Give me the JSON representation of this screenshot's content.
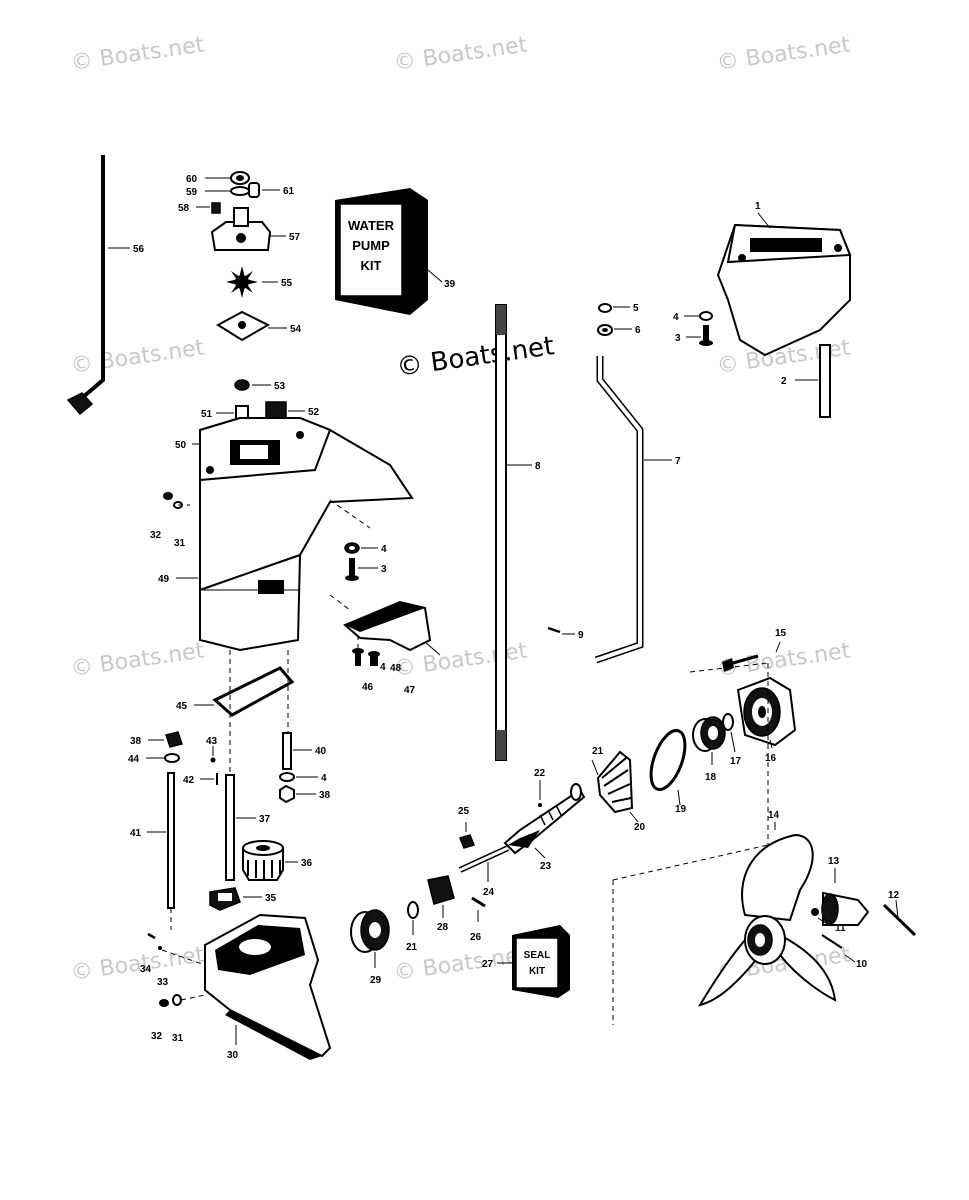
{
  "watermarks": [
    "© Boats.net",
    "© Boats.net",
    "© Boats.net",
    "© Boats.net",
    "© Boats.net",
    "© Boats.net",
    "© Boats.net",
    "© Boats.net",
    "© Boats.net",
    "© Boats.net",
    "© Boats.net"
  ],
  "center_watermark": "© Boats.net",
  "water_pump_kit": {
    "line1": "WATER",
    "line2": "PUMP",
    "line3": "KIT"
  },
  "seal_kit": {
    "line1": "SEAL",
    "line2": "KIT"
  },
  "labels": {
    "p1": "1",
    "p2": "2",
    "p3a": "3",
    "p3b": "3",
    "p4a": "4",
    "p4b": "4",
    "p4c": "4",
    "p4d": "4",
    "p5": "5",
    "p6": "6",
    "p7": "7",
    "p8": "8",
    "p9": "9",
    "p10": "10",
    "p11": "11",
    "p12": "12",
    "p13": "13",
    "p14": "14",
    "p15": "15",
    "p16": "16",
    "p17": "17",
    "p18": "18",
    "p19": "19",
    "p20": "20",
    "p21a": "21",
    "p21b": "21",
    "p22": "22",
    "p23": "23",
    "p24": "24",
    "p25": "25",
    "p26": "26",
    "p27": "27",
    "p28": "28",
    "p29": "29",
    "p30": "30",
    "p31a": "31",
    "p31b": "31",
    "p32a": "32",
    "p32b": "32",
    "p33": "33",
    "p34": "34",
    "p35": "35",
    "p36": "36",
    "p37": "37",
    "p38a": "38",
    "p38b": "38",
    "p39": "39",
    "p40": "40",
    "p41": "41",
    "p42": "42",
    "p43": "43",
    "p44": "44",
    "p45": "45",
    "p46": "46",
    "p47": "47",
    "p48": "48",
    "p49": "49",
    "p50": "50",
    "p51": "51",
    "p52": "52",
    "p53": "53",
    "p54": "54",
    "p55": "55",
    "p56": "56",
    "p57": "57",
    "p58": "58",
    "p59": "59",
    "p60": "60",
    "p61": "61"
  }
}
